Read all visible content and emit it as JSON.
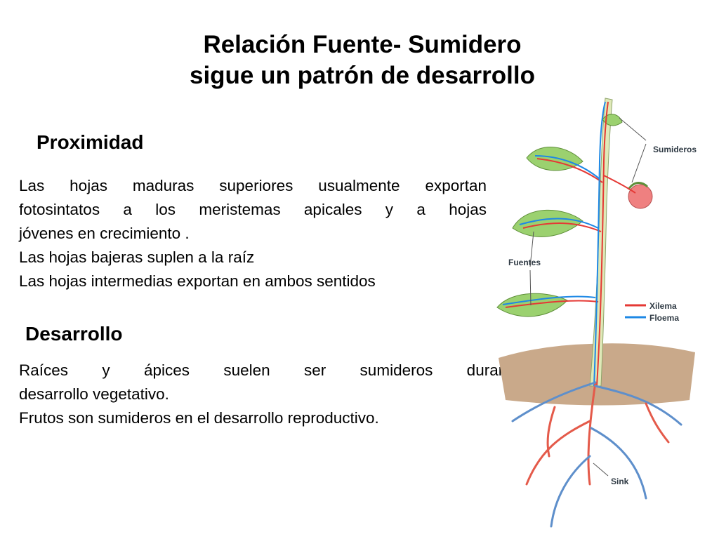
{
  "slide": {
    "title_line1": "Relación Fuente- Sumidero",
    "title_line2": "sigue un patrón de desarrollo"
  },
  "proximidad": {
    "heading": "Proximidad",
    "line1": "Las hojas maduras superiores usualmente exportan",
    "line2": "fotosintatos a los meristemas apicales y a hojas",
    "line3": "jóvenes en crecimiento .",
    "line4": "Las hojas bajeras suplen a la raíz",
    "line5": "Las hojas intermedias exportan en  ambos sentidos"
  },
  "desarrollo": {
    "heading": "Desarrollo",
    "line1": "Raíces y ápices  suelen ser sumideros durante",
    "line2": "desarrollo vegetativo.",
    "line3": "Frutos son sumideros en el desarrollo reproductivo."
  },
  "diagram": {
    "label_sumideros": "Sumideros",
    "label_fuentes": "Fuentes",
    "label_sink": "Sink",
    "legend_xilema": "Xilema",
    "legend_floema": "Floema",
    "xilema_color": "#e53935",
    "floema_color": "#1e88e5",
    "soil_color": "#c9a98a",
    "leaf_color": "#9bd16f",
    "stem_color": "#dfe9b8",
    "fruit_color": "#ef8080"
  }
}
